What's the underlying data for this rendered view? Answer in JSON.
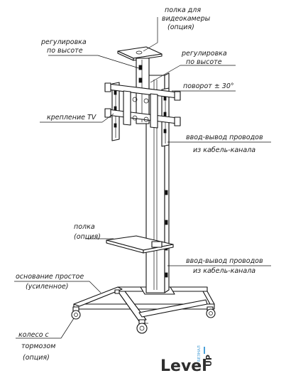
{
  "labels": {
    "camera_shelf": [
      "полка для",
      "видеокамеры",
      "(опция)"
    ],
    "height_adjust_left": [
      "регулировка",
      "по высоте"
    ],
    "height_adjust_right": [
      "регулировка",
      "по высоте"
    ],
    "rotation": "поворот ± 30°",
    "tv_mount": "крепление TV",
    "cable_channel_top": [
      "ввод-вывод проводов",
      "из кабель-канала"
    ],
    "shelf": [
      "полка",
      "(опция)"
    ],
    "cable_channel_bottom": [
      "ввод-вывод проводов",
      "из кабель-канала"
    ],
    "base": [
      "основание простое",
      "(усиленное)"
    ],
    "caster": [
      "колесо с",
      "тормозом",
      "(опция)"
    ]
  },
  "logo": {
    "small_text": "БЕЗНАЛ",
    "main_text": "Level",
    "side_text": "UP"
  }
}
